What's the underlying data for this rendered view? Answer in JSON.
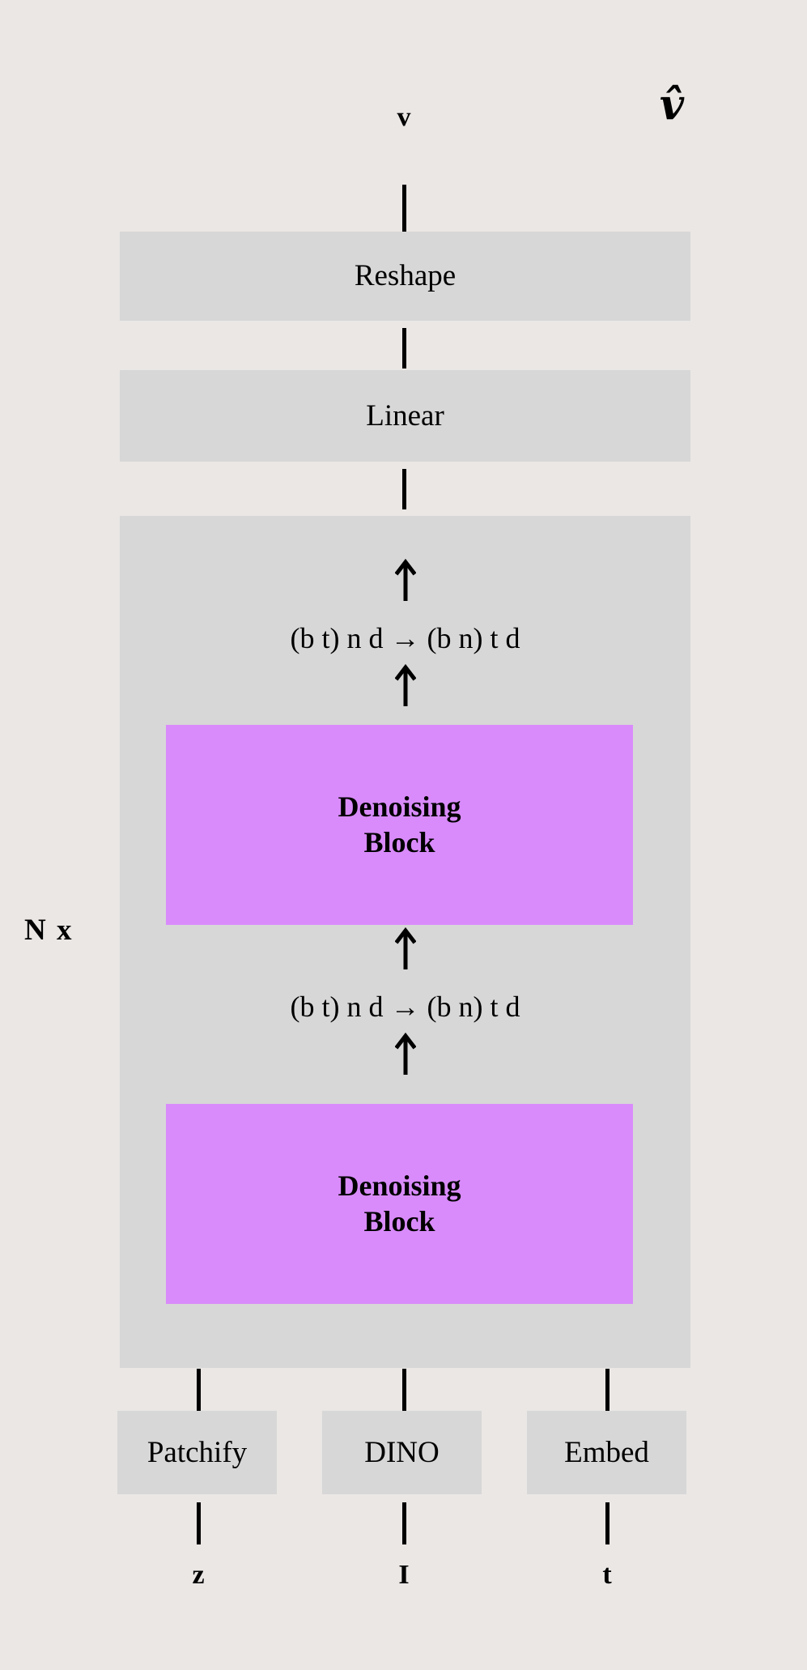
{
  "figure": {
    "type": "architecture-diagram",
    "title": "Denoising network architecture",
    "background_color": "#eae7e5",
    "box_color": "#d7d7d7",
    "block_color": "#d98bfb",
    "line_color": "#000000"
  },
  "outputs": {
    "velocity_label": "v",
    "velocity_hat_label": "𝒗̂"
  },
  "stages": {
    "reshape_label": "Reshape",
    "linear_label": "Linear"
  },
  "repeat": {
    "label": "N x"
  },
  "blocks": {
    "upper": {
      "line1": "Denoising",
      "line2": "Block"
    },
    "lower": {
      "line1": "Denoising",
      "line2": "Block"
    }
  },
  "rearrange": {
    "upper": "(b t) n d → (b n) t d",
    "lower": "(b t) n d → (b n) t d"
  },
  "inputs": {
    "boxes": [
      {
        "label": "Patchify",
        "symbol": "z"
      },
      {
        "label": "DINO",
        "symbol": "I"
      },
      {
        "label": "Embed",
        "symbol": "t"
      }
    ]
  }
}
